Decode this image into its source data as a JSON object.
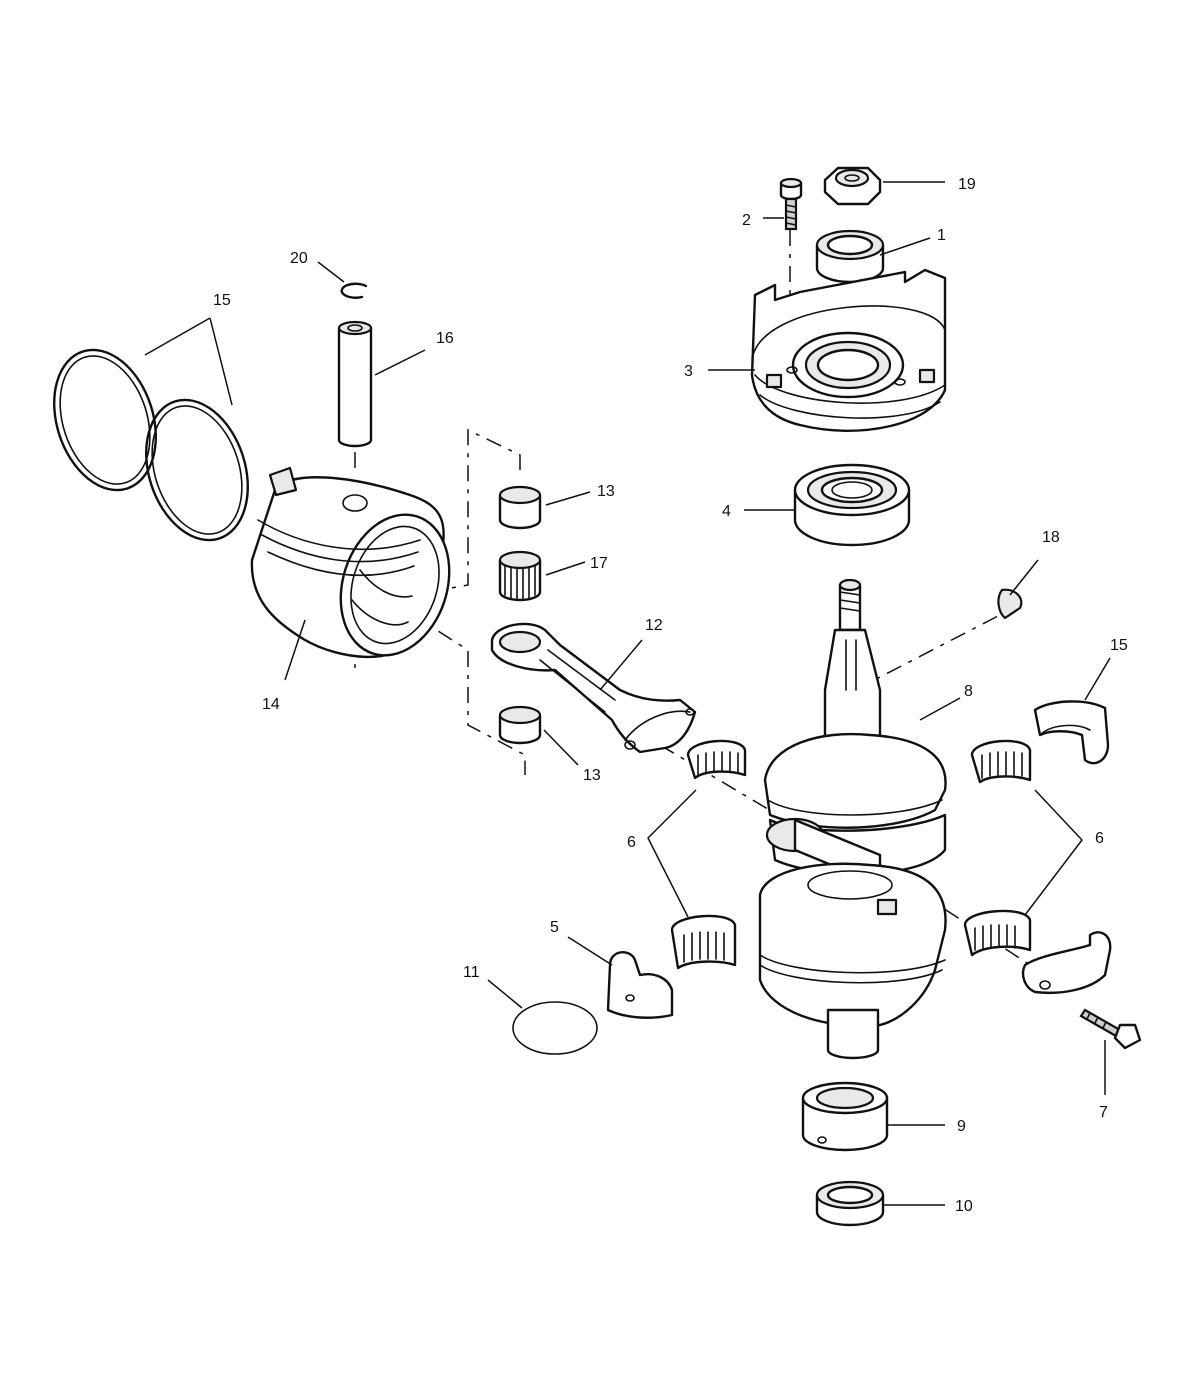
{
  "callouts": {
    "c1": "1",
    "c2": "2",
    "c3": "3",
    "c4": "4",
    "c5": "5",
    "c6a": "6",
    "c6b": "6",
    "c7": "7",
    "c8": "8",
    "c9": "9",
    "c10": "10",
    "c11": "11",
    "c12": "12",
    "c13a": "13",
    "c13b": "13",
    "c14": "14",
    "c15a": "15",
    "c15b": "15",
    "c16": "16",
    "c17": "17",
    "c18": "18",
    "c19": "19",
    "c20": "20"
  }
}
